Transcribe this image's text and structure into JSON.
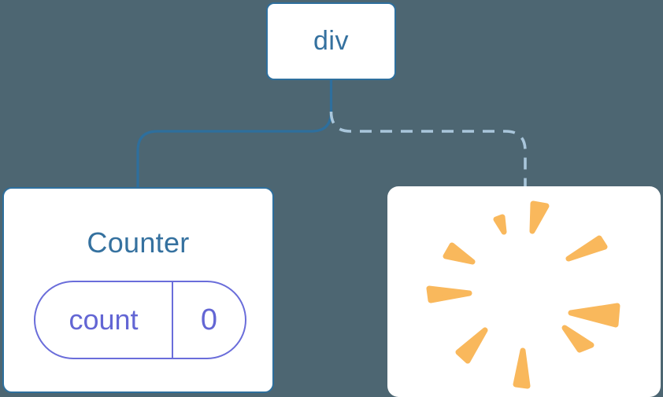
{
  "diagram": {
    "description": "React component tree diagram: a div root keeps one Counter child with state while another child is removed (poof burst)",
    "root_node": {
      "label": "div"
    },
    "kept_component": {
      "title": "Counter",
      "state": {
        "key": "count",
        "value": "0"
      }
    },
    "removed_component": {
      "content": "poof-burst"
    },
    "colors": {
      "background": "#4D6672",
      "card_background": "#FFFFFF",
      "node_border": "#2E6F9D",
      "node_text": "#35719F",
      "solid_edge": "#2E6F9D",
      "dashed_edge": "#A9C6DB",
      "state_purple": "#6366D4",
      "burst_orange": "#F9B85C"
    }
  }
}
